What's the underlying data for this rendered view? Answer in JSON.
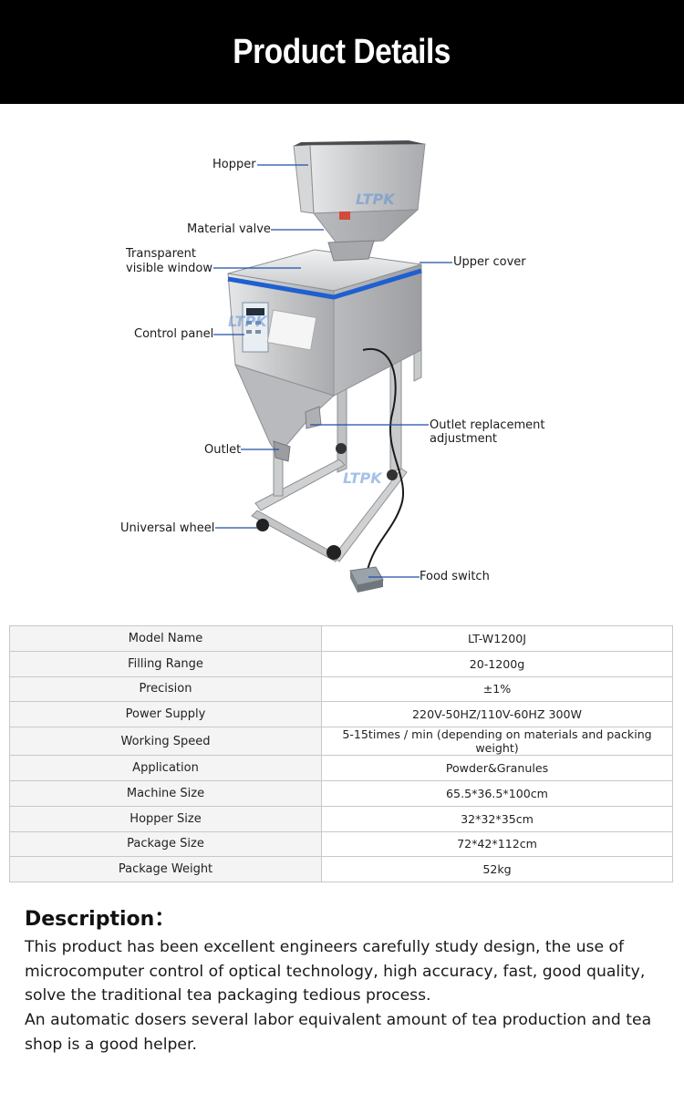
{
  "header": {
    "title": "Product Details"
  },
  "diagram": {
    "watermark": "LTPK",
    "labels": {
      "hopper": "Hopper",
      "material_valve": "Material valve",
      "transparent_window_line1": "Transparent",
      "transparent_window_line2": "visible window",
      "upper_cover": "Upper cover",
      "control_panel": "Control panel",
      "outlet_adjustment_line1": "Outlet replacement",
      "outlet_adjustment_line2": "adjustment",
      "outlet": "Outlet",
      "universal_wheel": "Universal wheel",
      "food_switch": "Food switch"
    },
    "colors": {
      "leader_line": "#1f4fa8",
      "trim": "#1f5fd0",
      "steel": "#c9cbcd"
    }
  },
  "specs": {
    "rows": [
      {
        "name": "Model Name",
        "value": "LT-W1200J"
      },
      {
        "name": "Filling Range",
        "value": "20-1200g"
      },
      {
        "name": "Precision",
        "value": "±1%"
      },
      {
        "name": "Power Supply",
        "value": "220V-50HZ/110V-60HZ 300W"
      },
      {
        "name": "Working Speed",
        "value": "5-15times / min (depending on materials and packing weight)"
      },
      {
        "name": "Application",
        "value": "Powder&Granules"
      },
      {
        "name": "Machine Size",
        "value": "65.5*36.5*100cm"
      },
      {
        "name": "Hopper Size",
        "value": "32*32*35cm"
      },
      {
        "name": "Package Size",
        "value": "72*42*112cm"
      },
      {
        "name": "Package Weight",
        "value": "52kg"
      }
    ]
  },
  "description": {
    "title": "Description：",
    "paragraphs": [
      "This product has been excellent engineers carefully study design, the use of microcomputer control of optical technology, high accuracy, fast, good quality, solve the traditional tea packaging tedious process.",
      "An automatic dosers several labor equivalent amount of tea production and tea shop is a good helper."
    ]
  }
}
